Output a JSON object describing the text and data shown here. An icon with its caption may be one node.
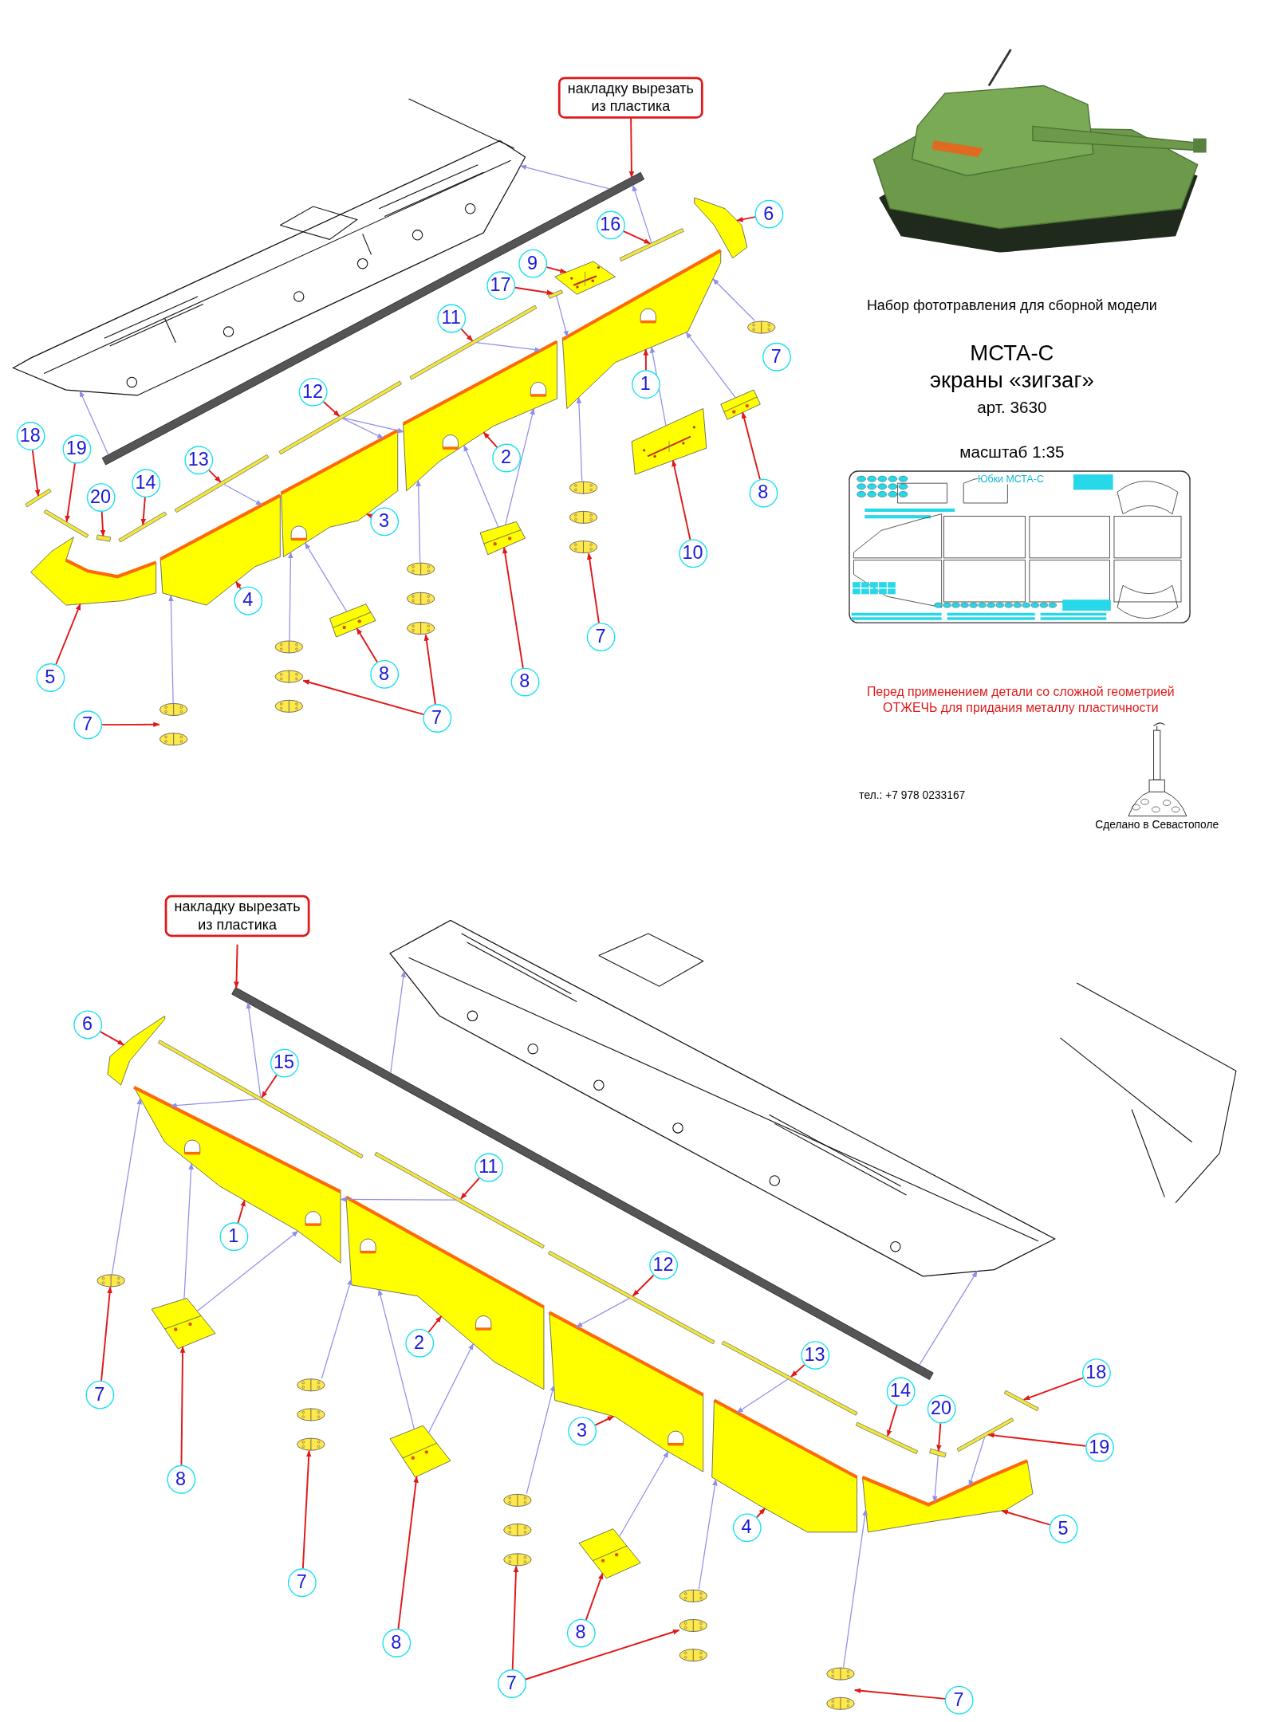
{
  "diagram": {
    "nodes": [
      {
        "text": [
          "накладку вырезать из пластика"
        ]
      },
      {
        "text": [],
        "shape": "bar"
      },
      {
        "text": [],
        "shape": "picture"
      },
      {
        "text": [],
        "shape": "picture"
      },
      {
        "text": [],
        "shape": "picture"
      },
      {
        "text": [],
        "shape": "picture"
      },
      {
        "text": [],
        "shape": "picture"
      },
      {
        "text": [],
        "shape": "picture"
      },
      {
        "text": [],
        "shape": "picture"
      },
      {
        "text": [],
        "shape": "picture"
      },
      {
        "text": [],
        "shape": "picture"
      },
      {
        "text": [],
        "shape": "bar"
      },
      {
        "text": [],
        "shape": "bar"
      },
      {
        "text": [],
        "shape": "bar"
      },
      {
        "text": [],
        "shape": "bar"
      },
      {
        "text": [],
        "shape": "bar"
      },
      {
        "text": [],
        "shape": "bar"
      },
      {
        "text": [],
        "shape": "bar"
      },
      {
        "text": [],
        "shape": "bar"
      },
      {
        "text": [],
        "shape": "bar"
      },
      {
        "text": [],
        "shape": "picture"
      },
      {
        "text": [],
        "shape": "picture"
      },
      {
        "text": [],
        "shape": "picture"
      },
      {
        "text": [],
        "shape": "picture"
      },
      {
        "text": [],
        "shape": "picture"
      },
      {
        "text": [],
        "shape": "picture"
      },
      {
        "text": [],
        "shape": "picture"
      },
      {
        "text": [],
        "shape": "picture"
      },
      {
        "text": [
          "1"
        ]
      },
      {
        "text": [
          "2"
        ]
      },
      {
        "text": [
          "3"
        ]
      },
      {
        "text": [
          "4"
        ]
      },
      {
        "text": [
          "5"
        ]
      },
      {
        "text": [
          "6"
        ]
      },
      {
        "text": [
          "7"
        ]
      },
      {
        "text": [
          "7"
        ]
      },
      {
        "text": [
          "7"
        ]
      },
      {
        "text": [
          "7"
        ]
      },
      {
        "text": [
          "8"
        ]
      },
      {
        "text": [
          "8"
        ]
      },
      {
        "text": [
          "8"
        ]
      },
      {
        "text": [
          "9"
        ]
      },
      {
        "text": [
          "10"
        ]
      },
      {
        "text": [
          "11"
        ]
      },
      {
        "text": [
          "12"
        ]
      },
      {
        "text": [
          "13"
        ]
      },
      {
        "text": [
          "14"
        ]
      },
      {
        "text": [
          "16"
        ]
      },
      {
        "text": [
          "17"
        ]
      },
      {
        "text": [
          "18"
        ]
      },
      {
        "text": [
          "19"
        ]
      },
      {
        "text": [
          "20"
        ]
      },
      {
        "text": [
          "накладку вырезать из пластика"
        ]
      },
      {
        "text": [],
        "shape": "bar"
      },
      {
        "text": [],
        "shape": "picture"
      },
      {
        "text": [],
        "shape": "picture"
      },
      {
        "text": [],
        "shape": "picture"
      },
      {
        "text": [],
        "shape": "picture"
      },
      {
        "text": [],
        "shape": "picture"
      },
      {
        "text": [],
        "shape": "picture"
      },
      {
        "text": [],
        "shape": "picture"
      },
      {
        "text": [],
        "shape": "bar"
      },
      {
        "text": [],
        "shape": "bar"
      },
      {
        "text": [],
        "shape": "bar"
      },
      {
        "text": [],
        "shape": "bar"
      },
      {
        "text": [],
        "shape": "bar"
      },
      {
        "text": [],
        "shape": "bar"
      },
      {
        "text": [],
        "shape": "bar"
      },
      {
        "text": [],
        "shape": "bar"
      },
      {
        "text": [],
        "shape": "picture"
      },
      {
        "text": [],
        "shape": "picture"
      },
      {
        "text": [],
        "shape": "picture"
      },
      {
        "text": [],
        "shape": "picture"
      },
      {
        "text": [],
        "shape": "picture"
      },
      {
        "text": [],
        "shape": "picture"
      },
      {
        "text": [],
        "shape": "picture"
      },
      {
        "text": [],
        "shape": "picture"
      },
      {
        "text": [
          "6"
        ]
      },
      {
        "text": [
          "15"
        ]
      },
      {
        "text": [
          "11"
        ]
      },
      {
        "text": [
          "1"
        ]
      },
      {
        "text": [
          "12"
        ]
      },
      {
        "text": [
          "2"
        ]
      },
      {
        "text": [
          "13"
        ]
      },
      {
        "text": [
          "3"
        ]
      },
      {
        "text": [
          "14"
        ]
      },
      {
        "text": [
          "20"
        ]
      },
      {
        "text": [
          "18"
        ]
      },
      {
        "text": [
          "19"
        ]
      },
      {
        "text": [
          "4"
        ]
      },
      {
        "text": [
          "5"
        ]
      },
      {
        "text": [
          "7"
        ]
      },
      {
        "text": [
          "8"
        ]
      },
      {
        "text": [
          "7"
        ]
      },
      {
        "text": [
          "8"
        ]
      },
      {
        "text": [
          "7"
        ]
      },
      {
        "text": [
          "8"
        ]
      },
      {
        "text": [
          "7"
        ]
      }
    ],
    "edges": [
      {
        "from": 0,
        "to": 1,
        "arrow": "to"
      },
      {
        "from": 28,
        "to": 3,
        "arrow": "to"
      },
      {
        "from": 29,
        "to": 4,
        "arrow": "to"
      },
      {
        "from": 30,
        "to": 5,
        "arrow": "to"
      },
      {
        "from": 31,
        "to": 6,
        "arrow": "to"
      },
      {
        "from": 32,
        "to": 7,
        "arrow": "to"
      },
      {
        "from": 33,
        "to": 8,
        "arrow": "to"
      },
      {
        "from": 35,
        "to": 21,
        "arrow": "to"
      },
      {
        "from": 36,
        "to": 22,
        "arrow": "to"
      },
      {
        "from": 36,
        "to": 23,
        "arrow": "to"
      },
      {
        "from": 37,
        "to": 24,
        "arrow": "to"
      },
      {
        "from": 38,
        "to": 25,
        "arrow": "to"
      },
      {
        "from": 39,
        "to": 26,
        "arrow": "to"
      },
      {
        "from": 40,
        "to": 27,
        "arrow": "to"
      },
      {
        "from": 41,
        "to": 9,
        "arrow": "to"
      },
      {
        "from": 42,
        "to": 10,
        "arrow": "to"
      },
      {
        "from": 43,
        "to": 13,
        "arrow": "to"
      },
      {
        "from": 44,
        "to": 14,
        "arrow": "to"
      },
      {
        "from": 45,
        "to": 15,
        "arrow": "to"
      },
      {
        "from": 46,
        "to": 16,
        "arrow": "to"
      },
      {
        "from": 47,
        "to": 11,
        "arrow": "to"
      },
      {
        "from": 48,
        "to": 12,
        "arrow": "to"
      },
      {
        "from": 49,
        "to": 17,
        "arrow": "to"
      },
      {
        "from": 50,
        "to": 18,
        "arrow": "to"
      },
      {
        "from": 51,
        "to": 19,
        "arrow": "to"
      },
      {
        "from": 1,
        "to": 2,
        "arrow": "to",
        "color": "#8f8fe8"
      },
      {
        "from": 1,
        "to": 2,
        "arrow": "to",
        "color": "#8f8fe8"
      },
      {
        "from": 11,
        "to": 1,
        "arrow": "to",
        "color": "#8f8fe8"
      },
      {
        "from": 20,
        "to": 3,
        "arrow": "to",
        "color": "#8f8fe8"
      },
      {
        "from": 25,
        "to": 3,
        "arrow": "to",
        "color": "#8f8fe8"
      },
      {
        "from": 10,
        "to": 3,
        "arrow": "to",
        "color": "#8f8fe8"
      },
      {
        "from": 12,
        "to": 3,
        "arrow": "to",
        "color": "#8f8fe8"
      },
      {
        "from": 13,
        "to": 4,
        "arrow": "to",
        "color": "#8f8fe8"
      },
      {
        "from": 21,
        "to": 3,
        "arrow": "to",
        "color": "#8f8fe8"
      },
      {
        "from": 26,
        "to": 4,
        "arrow": "to",
        "color": "#8f8fe8"
      },
      {
        "from": 26,
        "to": 4,
        "arrow": "to",
        "color": "#8f8fe8"
      },
      {
        "from": 14,
        "to": 4,
        "arrow": "to",
        "color": "#8f8fe8"
      },
      {
        "from": 14,
        "to": 5,
        "arrow": "to",
        "color": "#8f8fe8"
      },
      {
        "from": 22,
        "to": 4,
        "arrow": "to",
        "color": "#8f8fe8"
      },
      {
        "from": 27,
        "to": 5,
        "arrow": "to",
        "color": "#8f8fe8"
      },
      {
        "from": 15,
        "to": 6,
        "arrow": "to",
        "color": "#8f8fe8"
      },
      {
        "from": 23,
        "to": 5,
        "arrow": "to",
        "color": "#8f8fe8"
      },
      {
        "from": 24,
        "to": 6,
        "arrow": "to",
        "color": "#8f8fe8"
      },
      {
        "from": 52,
        "to": 53,
        "arrow": "to"
      },
      {
        "from": 77,
        "to": 60,
        "arrow": "to"
      },
      {
        "from": 78,
        "to": 61,
        "arrow": "to"
      },
      {
        "from": 79,
        "to": 62,
        "arrow": "to"
      },
      {
        "from": 80,
        "to": 55,
        "arrow": "to"
      },
      {
        "from": 81,
        "to": 63,
        "arrow": "to"
      },
      {
        "from": 82,
        "to": 56,
        "arrow": "to"
      },
      {
        "from": 83,
        "to": 64,
        "arrow": "to"
      },
      {
        "from": 84,
        "to": 57,
        "arrow": "to"
      },
      {
        "from": 85,
        "to": 65,
        "arrow": "to"
      },
      {
        "from": 86,
        "to": 66,
        "arrow": "to"
      },
      {
        "from": 87,
        "to": 68,
        "arrow": "to"
      },
      {
        "from": 88,
        "to": 67,
        "arrow": "to"
      },
      {
        "from": 89,
        "to": 58,
        "arrow": "to"
      },
      {
        "from": 90,
        "to": 59,
        "arrow": "to"
      },
      {
        "from": 91,
        "to": 69,
        "arrow": "to"
      },
      {
        "from": 92,
        "to": 74,
        "arrow": "to"
      },
      {
        "from": 93,
        "to": 70,
        "arrow": "to"
      },
      {
        "from": 94,
        "to": 75,
        "arrow": "to"
      },
      {
        "from": 95,
        "to": 71,
        "arrow": "to"
      },
      {
        "from": 95,
        "to": 72,
        "arrow": "to"
      },
      {
        "from": 96,
        "to": 76,
        "arrow": "to"
      },
      {
        "from": 97,
        "to": 73,
        "arrow": "to"
      },
      {
        "from": 53,
        "to": 54,
        "arrow": "to",
        "color": "#8f8fe8"
      },
      {
        "from": 53,
        "to": 54,
        "arrow": "to",
        "color": "#8f8fe8"
      },
      {
        "from": 61,
        "to": 53,
        "arrow": "to",
        "color": "#8f8fe8"
      },
      {
        "from": 69,
        "to": 55,
        "arrow": "to",
        "color": "#8f8fe8"
      },
      {
        "from": 61,
        "to": 55,
        "arrow": "to",
        "color": "#8f8fe8"
      },
      {
        "from": 74,
        "to": 55,
        "arrow": "to",
        "color": "#8f8fe8"
      },
      {
        "from": 74,
        "to": 55,
        "arrow": "to",
        "color": "#8f8fe8"
      },
      {
        "from": 70,
        "to": 56,
        "arrow": "to",
        "color": "#8f8fe8"
      },
      {
        "from": 75,
        "to": 56,
        "arrow": "to",
        "color": "#8f8fe8"
      },
      {
        "from": 75,
        "to": 56,
        "arrow": "to",
        "color": "#8f8fe8"
      },
      {
        "from": 62,
        "to": 55,
        "arrow": "to",
        "color": "#8f8fe8"
      },
      {
        "from": 71,
        "to": 57,
        "arrow": "to",
        "color": "#8f8fe8"
      },
      {
        "from": 63,
        "to": 57,
        "arrow": "to",
        "color": "#8f8fe8"
      },
      {
        "from": 76,
        "to": 57,
        "arrow": "to",
        "color": "#8f8fe8"
      },
      {
        "from": 72,
        "to": 58,
        "arrow": "to",
        "color": "#8f8fe8"
      },
      {
        "from": 64,
        "to": 58,
        "arrow": "to",
        "color": "#8f8fe8"
      },
      {
        "from": 73,
        "to": 59,
        "arrow": "to",
        "color": "#8f8fe8"
      },
      {
        "from": 67,
        "to": 59,
        "arrow": "to",
        "color": "#8f8fe8"
      },
      {
        "from": 66,
        "to": 59,
        "arrow": "to",
        "color": "#8f8fe8"
      }
    ],
    "labels": [
      "Набор фототравления для сборной модели",
      "МСТА-С",
      "экраны «зигзаг»",
      "арт. 3630",
      "масштаб 1:35",
      "Юбки МСТА-С",
      "Перед применением детали со сложной геометрией ОТЖЕЧЬ для придания металлу пластичности",
      "тел.: +7 978 0233167",
      "Сделано в Севастополе"
    ]
  }
}
